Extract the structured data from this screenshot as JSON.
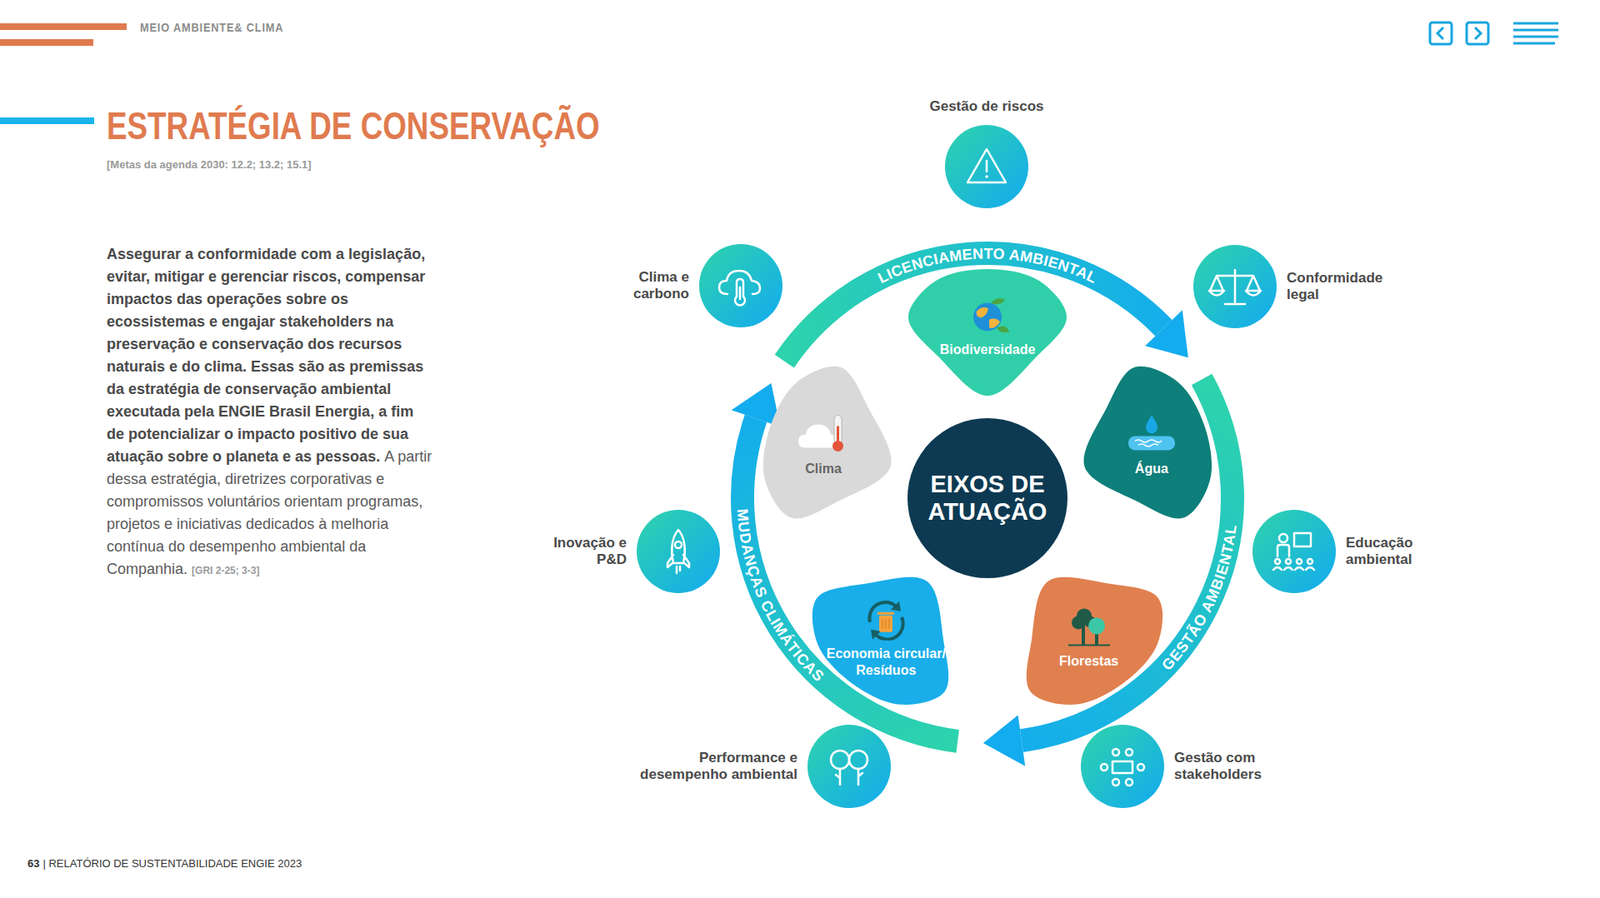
{
  "diagram": {
    "title": "ESTRATÉGIA DE CONSERVAÇÃO",
    "nodes": [
      {
        "text": [
          "Gestão de riscos"
        ]
      },
      {
        "text": [
          "Clima e carbono"
        ]
      },
      {
        "text": [
          "Conformidade legal"
        ]
      },
      {
        "text": [
          "Biodiversidade"
        ]
      },
      {
        "text": [
          "Clima"
        ]
      },
      {
        "text": [
          "EIXOS DE ATUAÇÃO"
        ]
      },
      {
        "text": [
          "Água"
        ]
      },
      {
        "text": [
          "Inovação e P&D"
        ]
      },
      {
        "text": [
          "Economia circular/ Resíduos"
        ]
      },
      {
        "text": [
          "Florestas"
        ]
      },
      {
        "text": [
          "Educação ambiental"
        ]
      },
      {
        "text": [
          "Performance e desempenho ambiental"
        ]
      },
      {
        "text": [
          "Gestão com stakeholders"
        ]
      }
    ],
    "labels": [
      "MEIO AMBIENTE& CLIMA",
      "[Metas da agenda 2030: 12.2; 13.2; 15.1]",
      "Assegurar a conformidade com a legislação, evitar, mitigar e gerenciar riscos, compensar impactos das operações sobre os ecossistemas e engajar stakeholders na preservação e conservação dos recursos naturais e do clima. Essas são as premissas da estratégia de conservação ambiental executada pela ENGIE Brasil Energia, a fim de potencializar o impacto positivo de sua atuação sobre o planeta e as pessoas.",
      "A partir dessa estratégia, diretrizes corporativas e compromissos voluntários orientam programas, projetos e iniciativas dedicados à melhoria contínua do desempenho ambiental da Companhia.",
      "[GRI 2-25; 3-3]",
      "LICENCIAMENTO AMBIENTAL",
      "GESTÃO AMBIENTAL",
      "MUDANÇAS CLIMÁTICAS",
      "63",
      "| RELATÓRIO DE SUSTENTABILIDADE ENGIE 2023"
    ]
  }
}
